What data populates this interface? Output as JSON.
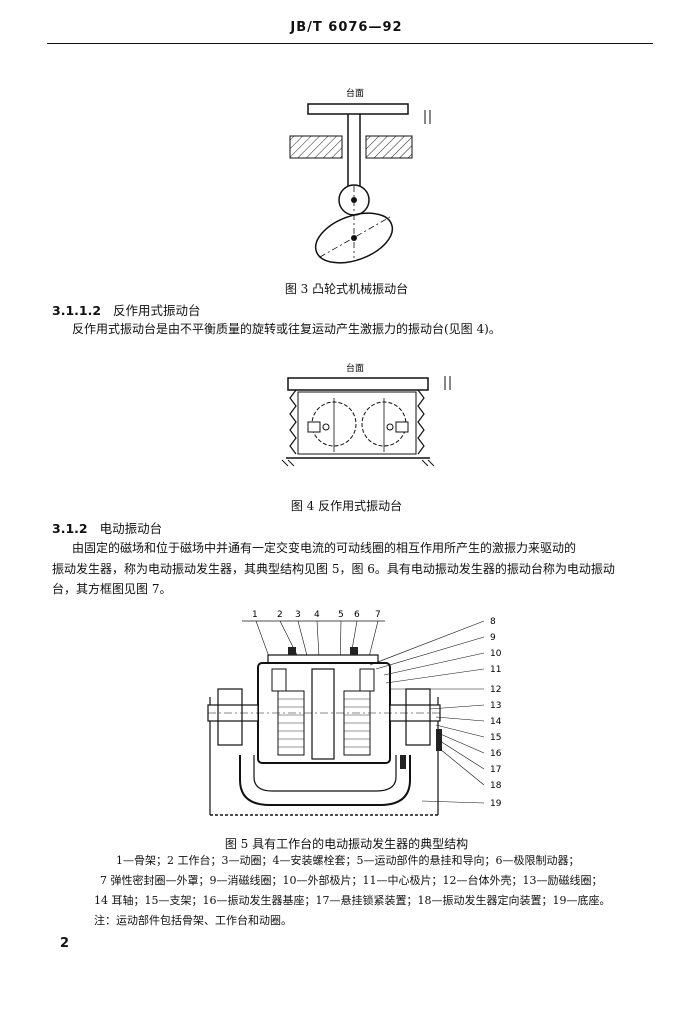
{
  "header": {
    "standard": "JB/T 6076—92"
  },
  "figure3": {
    "label_top": "台面",
    "caption": "图 3   凸轮式机械振动台"
  },
  "section_3112": {
    "number": "3.1.1.2",
    "title": "反作用式振动台",
    "body": "反作用式振动台是由不平衡质量的旋转或往复运动产生激振力的振动台(见图 4)。"
  },
  "figure4": {
    "label_top": "台面",
    "caption": "图 4   反作用式振动台"
  },
  "section_312": {
    "number": "3.1.2",
    "title": "电动振动台",
    "body_lines": [
      "由固定的磁场和位于磁场中并通有一定交变电流的可动线圈的相互作用所产生的激振力来驱动的",
      "振动发生器，称为电动振动发生器，其典型结构见图 5，图 6。具有电动振动发生器的振动台称为电动振动",
      "台，其方框图见图 7。"
    ]
  },
  "figure5": {
    "callouts_top": [
      "1",
      "2",
      "3",
      "4",
      "5",
      "6",
      "7"
    ],
    "callouts_right": [
      "8",
      "9",
      "10",
      "11",
      "12",
      "13",
      "14",
      "15",
      "16",
      "17",
      "18",
      "19"
    ],
    "caption": "图 5   具有工作台的电动振动发生器的典型结构",
    "legend_lines": [
      "1—骨架；2  工作台；3—动圈；4—安装螺栓套；5—运动部件的悬挂和导向；6—极限制动器；",
      "7   弹性密封圈—外罩；9—消磁线圈；10—外部极片；11—中心极片；12—台体外壳；13—励磁线圈；",
      "14   耳轴；15—支架；16—振动发生器基座；17—悬挂锁紧装置；18—振动发生器定向装置；19—底座。"
    ],
    "note": "注：运动部件包括骨架、工作台和动圈。"
  },
  "page_number": "2"
}
